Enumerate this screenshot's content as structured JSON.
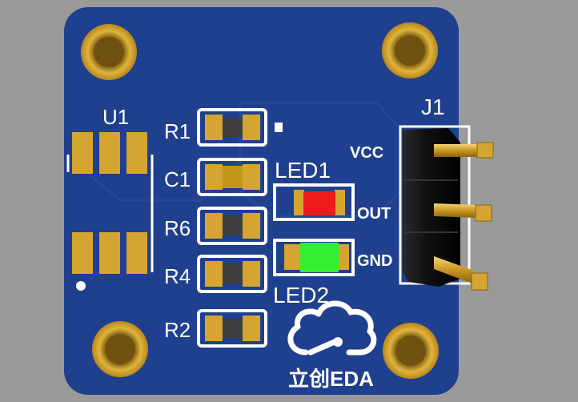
{
  "board": {
    "colors": {
      "background": "#9a9a9a",
      "pcb": "#1f3f8f",
      "pcb_dark": "#1a3678",
      "silkscreen": "#ffffff",
      "pad_gold": "#d6a531",
      "resistor_body": "#3e3e3e",
      "capacitor_body": "#c59516",
      "led1": "#ee1b1b",
      "led2": "#33ee33",
      "header_black": "#111111"
    }
  },
  "components": {
    "u1": {
      "ref": "U1"
    },
    "r1": {
      "ref": "R1"
    },
    "c1": {
      "ref": "C1"
    },
    "r6": {
      "ref": "R6"
    },
    "r4": {
      "ref": "R4"
    },
    "r2": {
      "ref": "R2"
    },
    "led1": {
      "ref": "LED1"
    },
    "led2": {
      "ref": "LED2"
    },
    "j1": {
      "ref": "J1",
      "pins": [
        "VCC",
        "OUT",
        "GND"
      ]
    }
  },
  "logo": {
    "text": "立创EDA"
  },
  "icons": [
    "mounting-hole-icon",
    "cloud-logo-icon",
    "pin1-marker-icon"
  ]
}
